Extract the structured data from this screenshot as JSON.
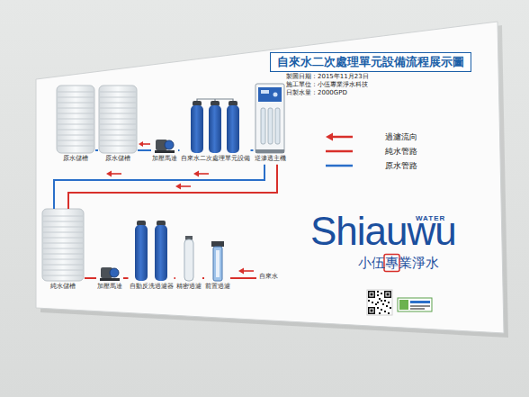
{
  "diagram": {
    "title": "自來水二次處理單元設備流程展示圖",
    "nodes": [
      {
        "text": [
          "原水儲槽"
        ]
      },
      {
        "text": [
          "原水儲槽"
        ]
      },
      {
        "text": [
          "加壓馬達"
        ]
      },
      {
        "text": [
          "自來水二次處理單元設備"
        ]
      },
      {
        "text": [
          "逆滲透主機"
        ]
      },
      {
        "text": [
          "純水儲槽"
        ]
      },
      {
        "text": [
          "加壓馬達"
        ]
      },
      {
        "text": [
          "自動反洗過濾器"
        ]
      },
      {
        "text": [
          "精密過濾"
        ]
      },
      {
        "text": [
          "前置過濾"
        ]
      }
    ],
    "edges": [
      {
        "from": 9,
        "to": 8,
        "arrow": "none"
      },
      {
        "from": 8,
        "to": 7,
        "arrow": "none"
      },
      {
        "from": 7,
        "to": 6,
        "arrow": "none"
      },
      {
        "from": 6,
        "to": 5,
        "arrow": "none"
      },
      {
        "from": 5,
        "to": 4,
        "arrow": "none"
      },
      {
        "from": 5,
        "to": 4,
        "arrow": "none"
      },
      {
        "from": 4,
        "to": 3,
        "arrow": "none"
      },
      {
        "from": 3,
        "to": 2,
        "arrow": "none"
      },
      {
        "from": 2,
        "to": 1,
        "arrow": "none"
      },
      {
        "from": 1,
        "to": 0,
        "arrow": "none"
      }
    ],
    "labels": [
      "製圖日期：2015年11月23日",
      "施工單位：小伍專業淨水科技",
      "日製水量：2000GPD",
      "自來水",
      "Shiauwu",
      "WATER",
      "小伍專業淨水"
    ],
    "legend": [
      {
        "text": "過濾流向"
      },
      {
        "text": "純水管路"
      },
      {
        "text": "原水管路"
      }
    ]
  }
}
